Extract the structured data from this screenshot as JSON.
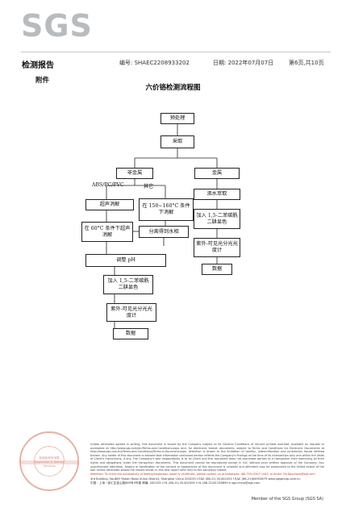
{
  "header": {
    "logo_text": "SGS",
    "title": "检测报告",
    "report_no": "编号: SHAEC2208933202",
    "date": "日期: 2022年07月07日",
    "page": "第6页,共10页"
  },
  "annex_label": "附件",
  "flowchart": {
    "title": "六价铬检测流程图",
    "pretreatment": "预处理",
    "sampling": "采取",
    "nonmetal": "非金属",
    "metal": "金属",
    "abs_label": "ABS/PC/PVC",
    "other_label": "其它",
    "ultrasonic": "超声消解",
    "heat_digest": "在 150~160°C 条件下消解",
    "ultrasonic_60": "在 60°C 条件下超声消解",
    "separate_water": "分离得到水相",
    "boil_extract": "沸水萃取",
    "adjust_ph": "调整 pH",
    "add_dpc_left": "加入 1,5-二苯碳酰二肼显色",
    "add_dpc_right": "加入 1,5-二苯碳酰二肼显色",
    "uvvis_left": "紫外-可见光分光光度计",
    "uvvis_right": "紫外-可见光分光光度计",
    "data_left": "数据",
    "data_right": "数据"
  },
  "footer": {
    "stamp_text": "检验检测专用章",
    "stamp_sub": "Inspection & Testing Services",
    "disclaimer": "Unless otherwise agreed in writing, this document is issued by the Company subject to its General Conditions of Service printed overleaf, available on request or accessible at http://www.sgs.com/en/Terms-and-Conditions.aspx and, for electronic format documents, subject to Terms and Conditions for Electronic Documents at http://www.sgs.com/en/Terms-and-Conditions/Terms-e-Document.aspx. Attention is drawn to the limitation of liability, indemnification and jurisdiction issues defined therein. Any holder of this document is advised that information contained hereon reflects the Company's findings at the time of its intervention only and within the limits of Client's instructions, if any. The Company's sole responsibility is to its Client and this document does not exonerate parties to a transaction from exercising all their rights and obligations under the transaction documents. This document cannot be reproduced except in full, without prior written approval of the Company. Any unauthorized alteration, forgery or falsification of the content or appearance of this document is unlawful and offenders may be prosecuted to the fullest extent of the law. Unless otherwise stated the results shown in this test report refer only to the sample(s) tested.",
    "attention": "Attention: To check the authenticity of testing/inspection report & certificate, please contact us at telephone: (86-755) 8307 1443, or email: CN.Doccheck@sgs.com",
    "address_en": "3rd Building, No.889 Yishan Road Xuhui District, Shanghai China   200233   t E&E (86-21) 61402553   f E&E (86-21)64953679   www.sgsgroup.com.cn",
    "address_cn": "中国・上海・徐汇区宜山路889号3号楼   邮编: 200233   t HL (86-21) 61402594   f HL (86-21)61156899   e sgs.china@sgs.com",
    "member": "Member of the SGS Group (SGS SA)"
  }
}
